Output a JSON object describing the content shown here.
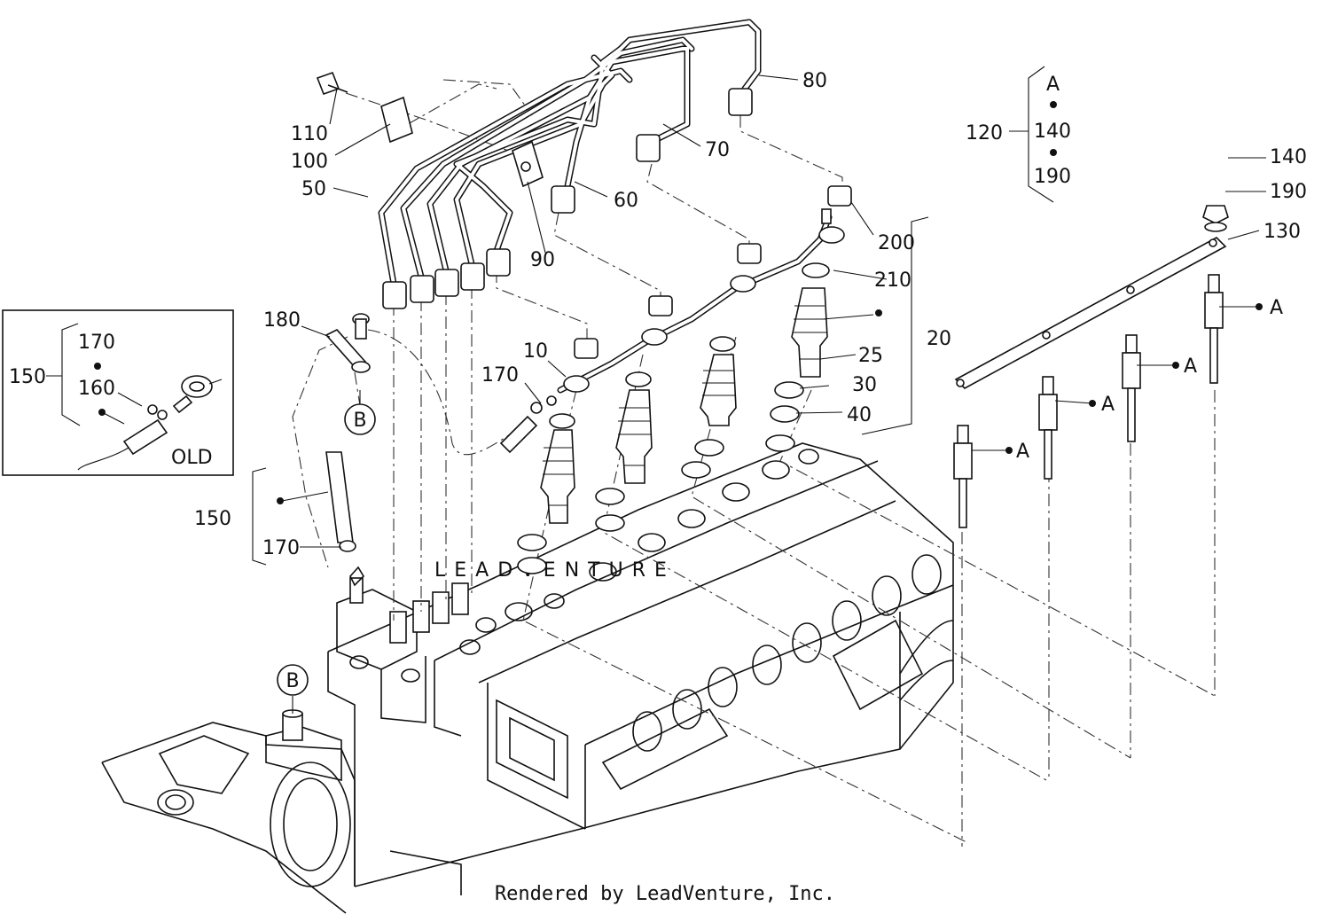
{
  "labels": {
    "p80": "80",
    "p70": "70",
    "p60": "60",
    "p110": "110",
    "p100": "100",
    "p50": "50",
    "p90": "90",
    "p200": "200",
    "p210": "210",
    "p25": "25",
    "p20": "20",
    "p30": "30",
    "p40": "40",
    "p10": "10",
    "p170a": "170",
    "p180": "180",
    "p150b": "150",
    "p170b": "170",
    "p140": "140",
    "p190": "190",
    "p130": "130"
  },
  "kit120": {
    "label": "120",
    "items": [
      "A",
      "140",
      "190"
    ]
  },
  "inset150": {
    "label": "150",
    "items": [
      "170",
      "160"
    ],
    "tag": "OLD"
  },
  "ref_a": "A",
  "ref_b": "B",
  "watermark": "LEADVENTURE",
  "footer": "Rendered by LeadVenture, Inc."
}
